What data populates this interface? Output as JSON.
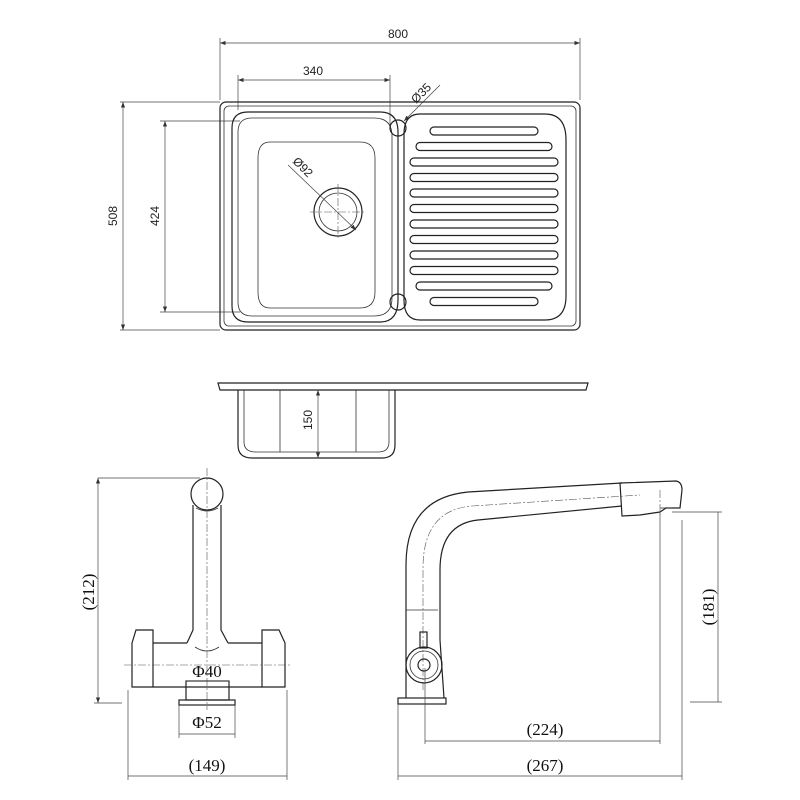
{
  "sink_top_view": {
    "overall_width": "800",
    "bowl_width": "340",
    "tap_hole_diameter": "35",
    "drain_diameter": "92",
    "overall_depth": "508",
    "bowl_depth": "424",
    "diameter_symbol": "Ø"
  },
  "sink_side_view": {
    "bowl_height": "150"
  },
  "faucet_front_view": {
    "height": "(212)",
    "body_diameter": "Φ40",
    "base_diameter": "Φ52",
    "width": "(149)"
  },
  "faucet_side_view": {
    "spout_height": "(181)",
    "spout_reach": "(224)",
    "overall_length": "(267)"
  }
}
